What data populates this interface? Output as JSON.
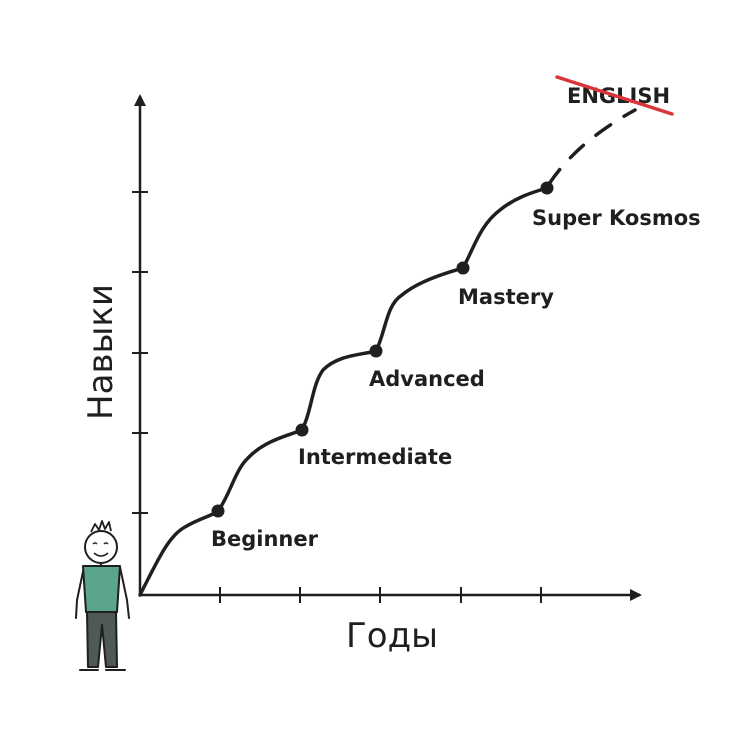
{
  "axes": {
    "y_label": "Навыки",
    "x_label": "Годы"
  },
  "stages": [
    {
      "label": "Beginner"
    },
    {
      "label": "Intermediate"
    },
    {
      "label": "Advanced"
    },
    {
      "label": "Mastery"
    },
    {
      "label": "Super Kosmos"
    }
  ],
  "goal": {
    "label": "ENGLISH",
    "strike_color": "#d9343a"
  },
  "colors": {
    "ink": "#1f1f1f",
    "shirt": "#5aa58c",
    "pants": "#4f5a55"
  },
  "icons": {
    "person": "person-figure-icon"
  }
}
